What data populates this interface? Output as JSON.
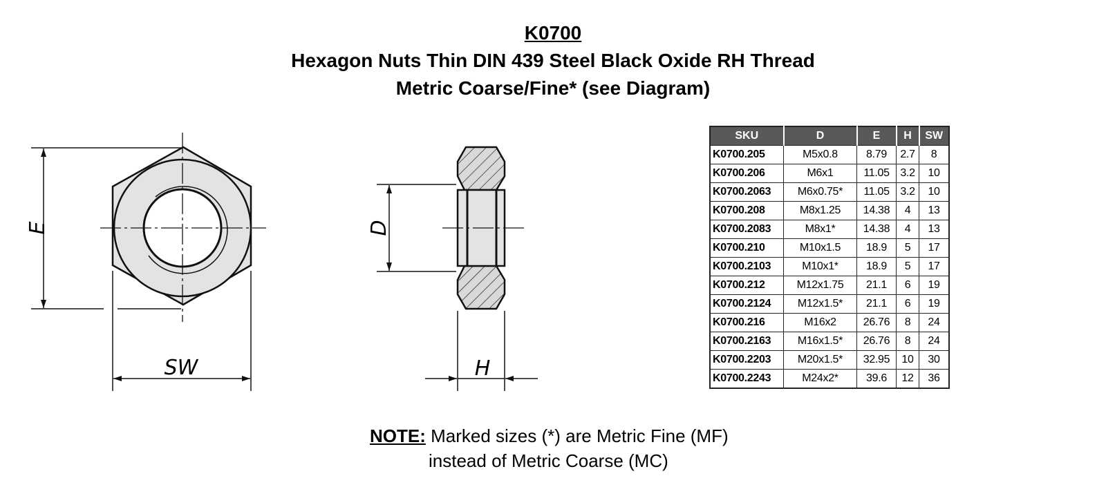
{
  "title": {
    "code": "K0700",
    "line2": "Hexagon Nuts Thin DIN 439 Steel Black Oxide RH Thread",
    "line3": "Metric Coarse/Fine* (see Diagram)"
  },
  "diagram": {
    "labels": {
      "e": "E",
      "sw": "SW",
      "d": "D",
      "h": "H"
    },
    "colors": {
      "fill": "#e3e3e3",
      "hatch_fill": "#d9d9d9",
      "line": "#111111"
    }
  },
  "table": {
    "headers": [
      "SKU",
      "D",
      "E",
      "H",
      "SW"
    ],
    "header_bg": "#595959",
    "rows": [
      [
        "K0700.205",
        "M5x0.8",
        "8.79",
        "2.7",
        "8"
      ],
      [
        "K0700.206",
        "M6x1",
        "11.05",
        "3.2",
        "10"
      ],
      [
        "K0700.2063",
        "M6x0.75*",
        "11.05",
        "3.2",
        "10"
      ],
      [
        "K0700.208",
        "M8x1.25",
        "14.38",
        "4",
        "13"
      ],
      [
        "K0700.2083",
        "M8x1*",
        "14.38",
        "4",
        "13"
      ],
      [
        "K0700.210",
        "M10x1.5",
        "18.9",
        "5",
        "17"
      ],
      [
        "K0700.2103",
        "M10x1*",
        "18.9",
        "5",
        "17"
      ],
      [
        "K0700.212",
        "M12x1.75",
        "21.1",
        "6",
        "19"
      ],
      [
        "K0700.2124",
        "M12x1.5*",
        "21.1",
        "6",
        "19"
      ],
      [
        "K0700.216",
        "M16x2",
        "26.76",
        "8",
        "24"
      ],
      [
        "K0700.2163",
        "M16x1.5*",
        "26.76",
        "8",
        "24"
      ],
      [
        "K0700.2203",
        "M20x1.5*",
        "32.95",
        "10",
        "30"
      ],
      [
        "K0700.2243",
        "M24x2*",
        "39.6",
        "12",
        "36"
      ]
    ]
  },
  "note": {
    "label": "NOTE:",
    "line1": " Marked sizes (*) are Metric Fine (MF)",
    "line2": "instead of Metric Coarse (MC)"
  }
}
